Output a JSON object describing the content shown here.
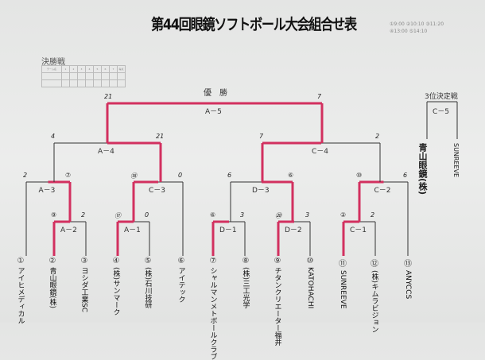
{
  "title": "第44回眼鏡ソフトボール大会組合せ表",
  "schedule_times": "①9:00 ②10:10 ③11:20 ④13:00 ⑤14:10",
  "final_table": {
    "label": "決勝戦",
    "headers": [
      "チーム名",
      "1",
      "2",
      "3",
      "4",
      "5",
      "6",
      "7",
      "得点"
    ]
  },
  "champion_label": "優　勝",
  "third_place": {
    "label": "3位決定戦",
    "match": "C－5",
    "left_team": "青山眼鏡(株)",
    "right_team": "SUNREEVE"
  },
  "teams": [
    {
      "num": "①",
      "name": "アイヒメディカル"
    },
    {
      "num": "②",
      "name": "青山眼鏡(株)"
    },
    {
      "num": "③",
      "name": "ヨシダ工業SC"
    },
    {
      "num": "④",
      "name": "(株)サンマーク"
    },
    {
      "num": "⑤",
      "name": "(株)石川技研"
    },
    {
      "num": "⑥",
      "name": "アイテック"
    },
    {
      "num": "⑦",
      "name": "シャルマンメトボールクラブ"
    },
    {
      "num": "⑧",
      "name": "(株)三工光学"
    },
    {
      "num": "⑨",
      "name": "チタンクリエーター福井"
    },
    {
      "num": "⑩",
      "name": "KATOHACHI"
    },
    {
      "num": "⑪",
      "name": "SUNREEVE"
    },
    {
      "num": "⑫",
      "name": "(株)キムラビジョン"
    },
    {
      "num": "⑬",
      "name": "ANYCCS"
    }
  ],
  "matches": [
    {
      "id": "A2",
      "label": "A－2",
      "left": "⑨",
      "right": "2",
      "winner": "left"
    },
    {
      "id": "A3",
      "label": "A－3",
      "left": "2",
      "right": "⑦",
      "winner": "right"
    },
    {
      "id": "A1",
      "label": "A－1",
      "left": "⑪",
      "right": "0",
      "winner": "left"
    },
    {
      "id": "C3",
      "label": "C－3",
      "left": "⑱",
      "right": "0",
      "winner": "left"
    },
    {
      "id": "A4",
      "label": "A－4",
      "left": "4",
      "right": "21",
      "winner": "right"
    },
    {
      "id": "D1",
      "label": "D－1",
      "left": "⑥",
      "right": "3",
      "winner": "left"
    },
    {
      "id": "D2",
      "label": "D－2",
      "left": "⑳",
      "right": "3",
      "winner": "left"
    },
    {
      "id": "D3",
      "label": "D－3",
      "left": "6",
      "right": "⑥",
      "winner": "right"
    },
    {
      "id": "C1",
      "label": "C－1",
      "left": "②",
      "right": "2",
      "winner": "left"
    },
    {
      "id": "C2",
      "label": "C－2",
      "left": "⑩",
      "right": "6",
      "winner": "left"
    },
    {
      "id": "C4",
      "label": "C－4",
      "left": "7",
      "right": "2",
      "winner": "left"
    },
    {
      "id": "A5",
      "label": "A－5",
      "left": "21",
      "right": "7",
      "winner": "both"
    }
  ],
  "colors": {
    "winner_line": "#d2305f",
    "line": "#333333"
  }
}
